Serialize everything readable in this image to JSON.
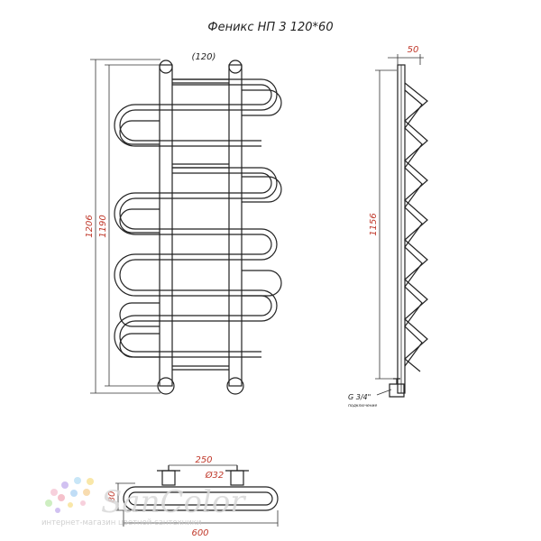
{
  "title": "Феникс НП 3 120*60",
  "front_view": {
    "center_distance": "(120)",
    "height_total": "1206",
    "height_inner": "1190"
  },
  "side_view": {
    "depth": "50",
    "height": "1156",
    "connection": "G 3/4\"",
    "connection_note": "подключение"
  },
  "top_view": {
    "center_width": "250",
    "pipe_diameter": "Ø32",
    "depth": "80",
    "width": "600"
  },
  "watermark": {
    "brand": "SanColor",
    "subtitle": "интернет-магазин цветной сантехники",
    "colors": [
      "#f6c8d6",
      "#c9b7ef",
      "#bfe2f6",
      "#f8e39a",
      "#c6ecb7",
      "#f4b7c2",
      "#b6d8f5",
      "#f7d6a2"
    ]
  }
}
